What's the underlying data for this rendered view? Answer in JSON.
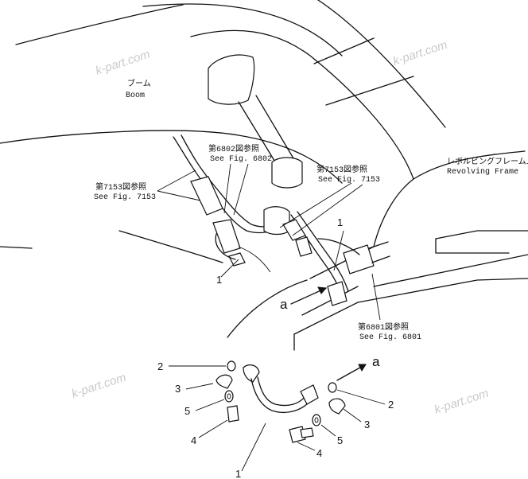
{
  "watermarks": [
    "k-part.com",
    "k-part.com",
    "k-part.com",
    "k-part.com"
  ],
  "labels": {
    "boom_jp": "ブーム",
    "boom_en": "Boom",
    "fig6802_jp": "第6802図参照",
    "fig6802_en": "See Fig. 6802",
    "fig7153_left_jp": "第7153図参照",
    "fig7153_left_en": "See Fig. 7153",
    "fig7153_right_jp": "第7153図参照",
    "fig7153_right_en": "See Fig. 7153",
    "revolving_jp": "レボルビングフレームム",
    "revolving_en": "Revolving Frame",
    "fig6801_jp": "第6801図参照",
    "fig6801_en": "See Fig. 6801"
  },
  "callouts": {
    "c1_left": "1",
    "c1_right": "1",
    "a_upper": "a",
    "c2_left": "2",
    "c3_left": "3",
    "c5_left": "5",
    "c4_left": "4",
    "a_lower": "a",
    "c2_right": "2",
    "c3_right": "3",
    "c5_right": "5",
    "c4_right": "4",
    "c1_bottom": "1"
  }
}
